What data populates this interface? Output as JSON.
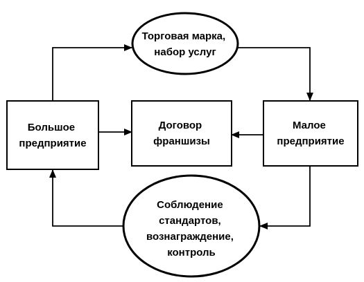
{
  "colors": {
    "stroke": "#000000",
    "fill": "#ffffff",
    "text": "#000000"
  },
  "nodes": {
    "trademark": {
      "shape": "ellipse",
      "lines": [
        "Торговая марка,",
        "набор услуг"
      ]
    },
    "big_enterprise": {
      "shape": "rectangle",
      "lines": [
        "Большое",
        "предприятие"
      ]
    },
    "franchise_contract": {
      "shape": "rectangle",
      "lines": [
        "Договор",
        "франшизы"
      ]
    },
    "small_enterprise": {
      "shape": "rectangle",
      "lines": [
        "Малое",
        "предприятие"
      ]
    },
    "compliance": {
      "shape": "ellipse",
      "lines": [
        "Соблюдение",
        "стандартов,",
        "вознаграждение,",
        "контроль"
      ]
    }
  },
  "edges": [
    {
      "from": "big_enterprise",
      "to": "trademark"
    },
    {
      "from": "trademark",
      "to": "small_enterprise"
    },
    {
      "from": "big_enterprise",
      "to": "franchise_contract"
    },
    {
      "from": "small_enterprise",
      "to": "franchise_contract"
    },
    {
      "from": "small_enterprise",
      "to": "compliance"
    },
    {
      "from": "compliance",
      "to": "big_enterprise"
    }
  ]
}
